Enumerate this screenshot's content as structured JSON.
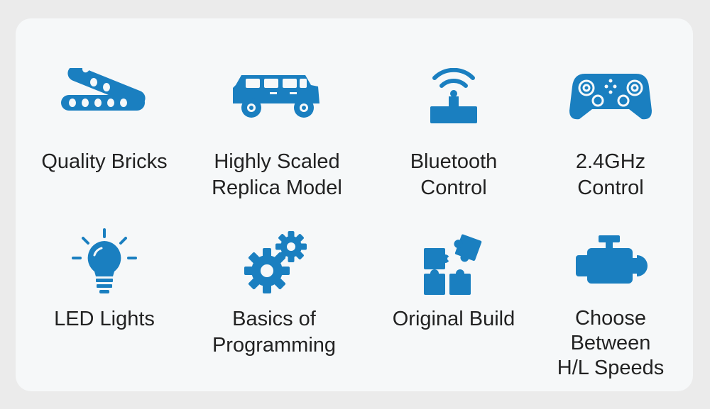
{
  "accent_color": "#1a7fc0",
  "features": [
    {
      "icon": "bricks-icon",
      "label": [
        "Quality Bricks"
      ]
    },
    {
      "icon": "suv-car-icon",
      "label": [
        "Highly Scaled",
        "Replica Model"
      ]
    },
    {
      "icon": "bluetooth-signal-icon",
      "label": [
        "Bluetooth",
        "Control"
      ]
    },
    {
      "icon": "gamepad-icon",
      "label": [
        "2.4GHz",
        "Control"
      ]
    },
    {
      "icon": "light-bulb-icon",
      "label": [
        "LED Lights"
      ]
    },
    {
      "icon": "gears-icon",
      "label": [
        "Basics of",
        "Programming"
      ]
    },
    {
      "icon": "puzzle-icon",
      "label": [
        "Original Build"
      ]
    },
    {
      "icon": "engine-icon",
      "label": [
        "Choose",
        "Between",
        "H/L Speeds"
      ]
    }
  ]
}
